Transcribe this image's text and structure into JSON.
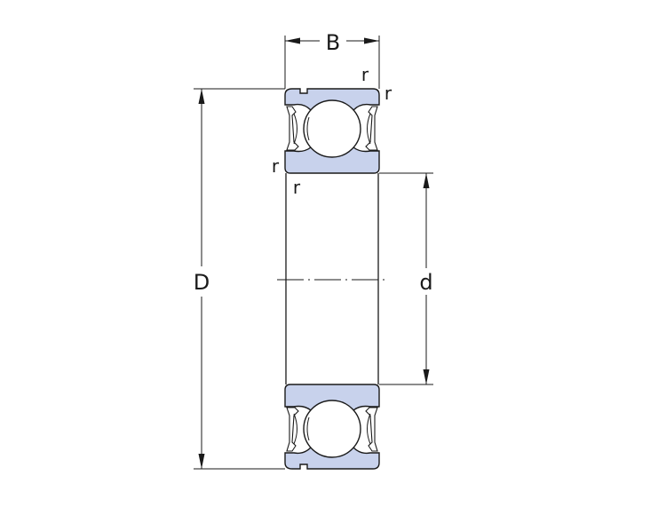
{
  "labels": {
    "width": "B",
    "outer_diameter": "D",
    "bore_diameter": "d",
    "radius_top_right_1": "r",
    "radius_top_right_2": "r",
    "radius_inner_left_1": "r",
    "radius_inner_left_2": "r"
  },
  "colors": {
    "ring_fill": "#c8d2ec",
    "line": "#1a1a1a",
    "background": "#ffffff"
  }
}
